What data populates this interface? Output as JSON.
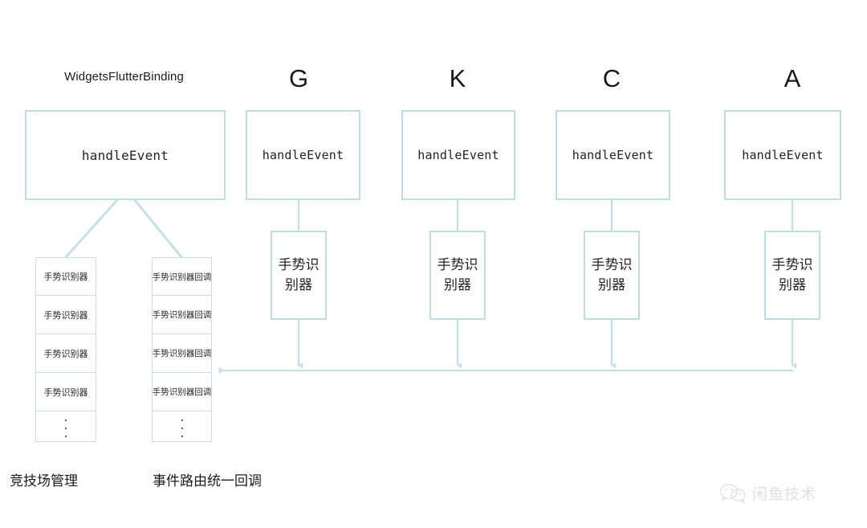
{
  "diagram": {
    "title_note": "Flutter gesture event dispatch diagram",
    "colors": {
      "box_border": "#bcdde2",
      "stack_border": "#c3dfe3",
      "wire": "#c3e1e6",
      "background": "#ffffff",
      "text": "#1f1f1f"
    },
    "columns": [
      {
        "id": "binding",
        "header": "WidgetsFlutterBinding",
        "header_size": "small",
        "event_label": "handleEvent"
      },
      {
        "id": "g",
        "header": "G",
        "header_size": "big",
        "event_label": "handleEvent",
        "gesture_label": "手势识别器"
      },
      {
        "id": "k",
        "header": "K",
        "header_size": "big",
        "event_label": "handleEvent",
        "gesture_label": "手势识别器"
      },
      {
        "id": "c",
        "header": "C",
        "header_size": "big",
        "event_label": "handleEvent",
        "gesture_label": "手势识别器"
      },
      {
        "id": "a",
        "header": "A",
        "header_size": "big",
        "event_label": "handleEvent",
        "gesture_label": "手势识别器"
      }
    ],
    "stacks": [
      {
        "id": "arena-stack",
        "caption": "竞技场管理",
        "cells": [
          "手势识别器",
          "手势识别器",
          "手势识别器",
          "手势识别器",
          "⋮"
        ]
      },
      {
        "id": "callback-stack",
        "caption": "事件路由统一回调",
        "cells": [
          "手势识别器回调",
          "手势识别器回调",
          "手势识别器回调",
          "手势识别器回调",
          "⋮"
        ]
      }
    ],
    "watermark": {
      "icon": "wechat-icon",
      "text": "闲鱼技术"
    }
  }
}
